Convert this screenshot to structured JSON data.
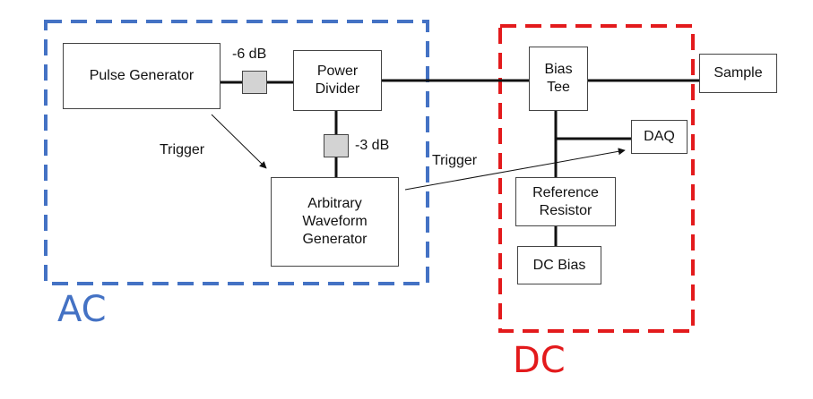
{
  "regions": {
    "ac": {
      "label": "AC",
      "color": "#4472c4"
    },
    "dc": {
      "label": "DC",
      "color": "#e31a1c"
    }
  },
  "blocks": {
    "pulse_generator": "Pulse Generator",
    "power_divider": "Power\nDivider",
    "awg": "Arbitrary\nWaveform\nGenerator",
    "bias_tee": "Bias\nTee",
    "sample": "Sample",
    "daq": "DAQ",
    "reference_resistor": "Reference\nResistor",
    "dc_bias": "DC Bias"
  },
  "attenuators": {
    "first": "-6 dB",
    "second": "-3 dB"
  },
  "arrows": {
    "trigger_1": "Trigger",
    "trigger_2": "Trigger"
  }
}
